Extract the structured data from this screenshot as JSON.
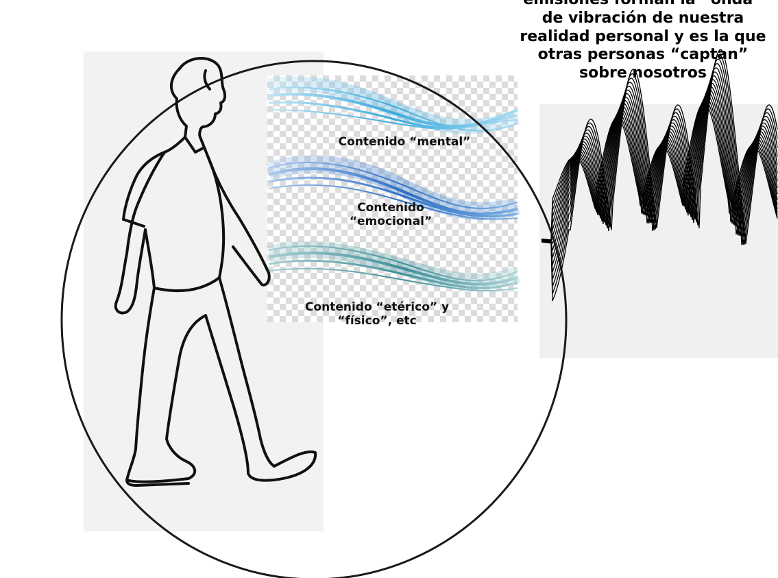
{
  "labels": {
    "mental": "Contenido “mental”",
    "emocional_line1": "Contenido",
    "emocional_line2": "“emocional”",
    "eterico_line1": "Contenido “etérico” y",
    "eterico_line2": "“físico”, etc"
  },
  "headline": {
    "line1": "emisiones forman la “onda”",
    "line2": "de vibración de nuestra",
    "line3": "realidad personal y es la que",
    "line4": "otras personas “captan”",
    "line5": "sobre nosotros"
  },
  "colors": {
    "mental_wave": "#3aa9dd",
    "emocional_wave": "#2a6fc4",
    "eterico_wave": "#3f8f9a",
    "outline": "#111111"
  },
  "icons": {
    "person": "walking-man-outline",
    "waves": "vibration-wave-bundle"
  }
}
